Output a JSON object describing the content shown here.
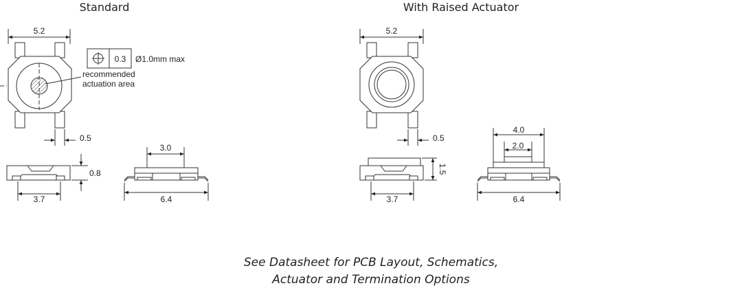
{
  "titles": {
    "standard": "Standard",
    "raised": "With Raised Actuator"
  },
  "dims": {
    "std_width": "5.2",
    "std_pin_gap": "0.5",
    "std_height": "0.8",
    "std_body": "3.7",
    "std_actuator": "3.0",
    "std_overall": "6.4",
    "raised_width": "5.2",
    "raised_pin_gap": "0.5",
    "raised_height": "1.5",
    "raised_body": "3.7",
    "raised_outer": "4.0",
    "raised_actuator": "2.0",
    "raised_overall": "6.4"
  },
  "tolerance": {
    "value": "0.3",
    "spec": "Ø1.0mm max"
  },
  "note": {
    "line1": "recommended",
    "line2": "actuation area"
  },
  "footer": {
    "line1": "See Datasheet for PCB Layout, Schematics,",
    "line2": "Actuator and Termination Options"
  },
  "colors": {
    "line": "#333333",
    "body_fill": "#f0f0f0"
  }
}
